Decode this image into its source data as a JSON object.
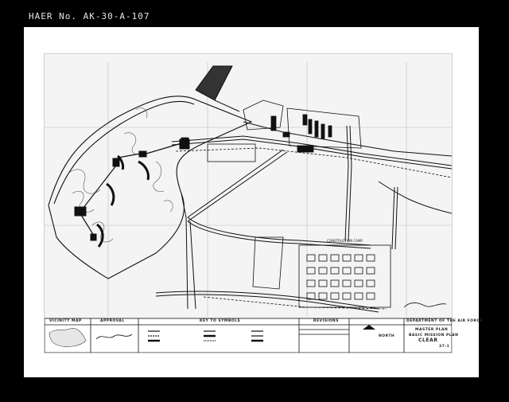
{
  "header": {
    "haer_label": "HAER No. AK-30-A-107"
  },
  "title_block": {
    "vicinity_map": "VICINITY MAP",
    "approval": "APPROVAL",
    "key_to_symbols": "KEY TO SYMBOLS",
    "revisions": "REVISIONS",
    "agency": "DEPARTMENT OF THE AIR FORCE",
    "title": "MASTER PLAN",
    "subtitle": "BASIC MISSION PLAN",
    "location": "CLEAR",
    "north": "NORTH",
    "sheet": "37-1"
  },
  "map_labels": {
    "construction_camp": "CONSTRUCTION CAMP"
  },
  "colors": {
    "frame": "#000000",
    "paper": "#ffffff",
    "ink": "#111111"
  }
}
